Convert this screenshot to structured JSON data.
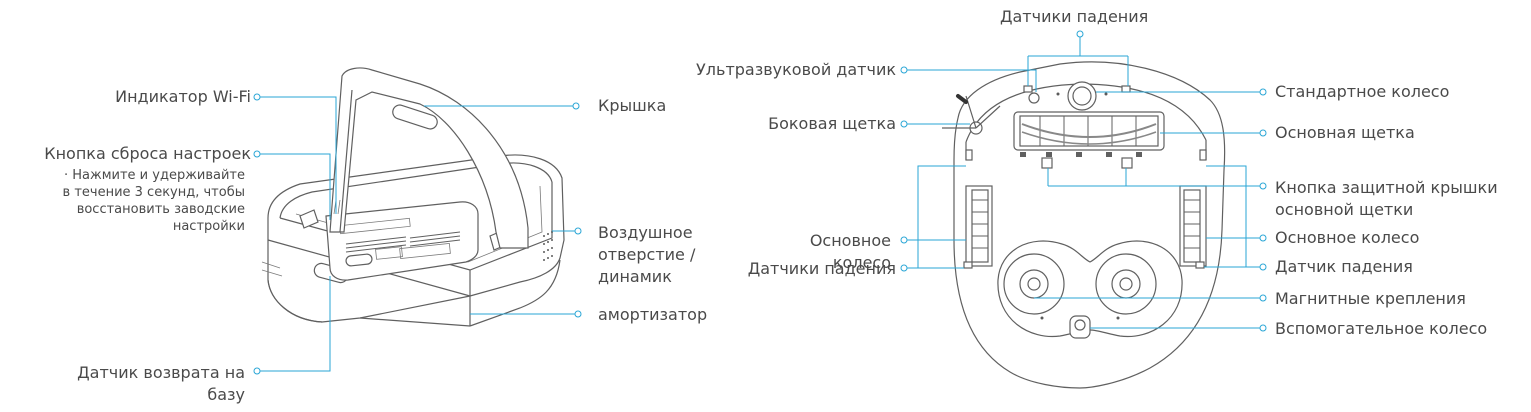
{
  "left_labels": {
    "wifi": "Индикатор Wi-Fi",
    "reset_title": "Кнопка сброса настроек",
    "reset_desc_1": "· Нажмите и удерживайте",
    "reset_desc_2": "в течение 3 секунд, чтобы",
    "reset_desc_3": "восстановить заводские",
    "reset_desc_4": "настройки",
    "dock_sensor_1": "Датчик возврата на",
    "dock_sensor_2": "базу",
    "lid": "Крышка",
    "air_1": "Воздушное",
    "air_2": "отверстие /",
    "air_3": "динамик",
    "bumper": "амортизатор"
  },
  "right_labels": {
    "cliff_top": "Датчики падения",
    "ultrasonic": "Ультразвуковой датчик",
    "side_brush": "Боковая щетка",
    "main_wheel_l1": "Основное",
    "main_wheel_l2": "колесо",
    "cliff_left": "Датчики падения",
    "std_wheel": "Стандартное колесо",
    "main_brush": "Основная щетка",
    "brush_cover_1": "Кнопка защитной крышки",
    "brush_cover_2": "основной щетки",
    "main_wheel_r": "Основное колесо",
    "cliff_right": "Датчик падения",
    "magnetic": "Магнитные крепления",
    "aux_wheel": "Вспомогательное колесо"
  }
}
